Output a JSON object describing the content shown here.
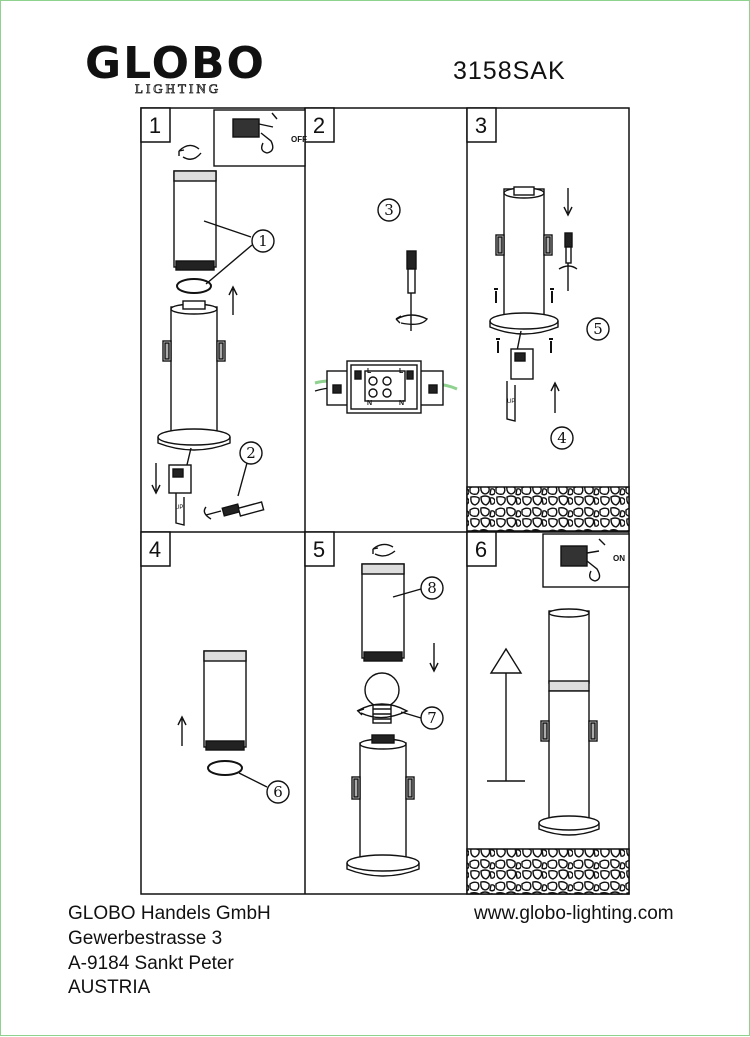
{
  "brand": {
    "name": "GLOBO",
    "sub": "LIGHTING"
  },
  "model": "3158SAK",
  "panels": [
    {
      "num": "1",
      "callouts": [
        "1",
        "2"
      ],
      "switch": "OFF",
      "label": "UP"
    },
    {
      "num": "2",
      "callouts": [
        "3"
      ],
      "terminals": [
        "L",
        "N",
        "L",
        "N"
      ]
    },
    {
      "num": "3",
      "callouts": [
        "5",
        "4"
      ],
      "label": "UP"
    },
    {
      "num": "4",
      "callouts": [
        "6"
      ]
    },
    {
      "num": "5",
      "callouts": [
        "8",
        "7"
      ]
    },
    {
      "num": "6",
      "switch": "ON"
    }
  ],
  "footer": {
    "company": "GLOBO Handels GmbH",
    "street": "Gewerbestrasse 3",
    "city": "A-9184 Sankt Peter",
    "country": "AUSTRIA",
    "website": "www.globo-lighting.com"
  },
  "colors": {
    "line": "#111111",
    "page_border": "#8fd18f"
  }
}
